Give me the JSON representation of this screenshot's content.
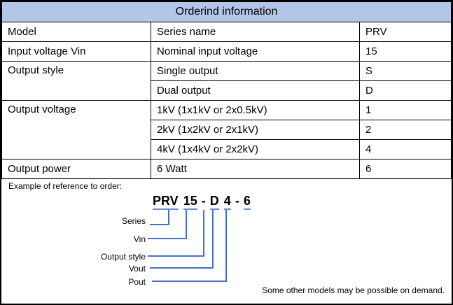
{
  "table": {
    "title": "Orderind information",
    "rows": [
      {
        "c1": "Model",
        "c2": "Series name",
        "c3": "PRV"
      },
      {
        "c1": "Input voltage Vin",
        "c2": "Nominal input voltage",
        "c3": "15"
      },
      {
        "c1": "Output style",
        "c2": "Single output",
        "c3": "S"
      },
      {
        "c2": "Dual output",
        "c3": "D"
      },
      {
        "c1": "Output voltage",
        "c2": "1kV (1x1kV or 2x0.5kV)",
        "c3": "1"
      },
      {
        "c2": "2kV (1x2kV or 2x1kV)",
        "c3": "2"
      },
      {
        "c2": "4kV (1x4kV or 2x2kV)",
        "c3": "4"
      },
      {
        "c1": "Output power",
        "c2": "6 Watt",
        "c3": "6"
      }
    ]
  },
  "example": {
    "caption": "Example of reference to order:",
    "code": {
      "series": "PRV",
      "vin": "15",
      "sep1": "-",
      "style": "D",
      "vout": "4",
      "sep2": "-",
      "pout": "6"
    },
    "callouts": {
      "series": "Series",
      "vin": "Vin",
      "style": "Output style",
      "vout": "Vout",
      "pout": "Pout"
    },
    "note": "Some other models may be possible on demand."
  },
  "colors": {
    "header_bg": "#b4c6e7",
    "connector_line": "#4472c4",
    "code_underline": "#6d90d1",
    "table_border": "#000000"
  }
}
